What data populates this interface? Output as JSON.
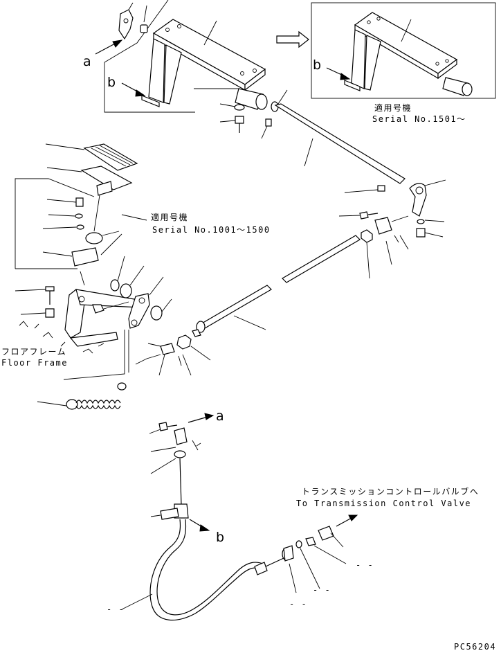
{
  "labels": {
    "applicable_model_1": "適用号機",
    "serial_1": "Serial No.1501～",
    "applicable_model_2": "適用号機",
    "serial_2": "Serial No.1001～1500",
    "floor_frame_jp": "フロアフレーム",
    "floor_frame_en": "Floor Frame",
    "to_tcv_jp": "トランスミッションコントロールバルブへ",
    "to_tcv_en": "To Transmission Control Valve",
    "drawing_code": "PC56204"
  },
  "callouts": {
    "a_top": "a",
    "b_top": "b",
    "b_inset": "b",
    "a_bottom": "a",
    "b_bottom": "b"
  },
  "dash_marks": {
    "m1": "- -",
    "m2": "- -",
    "m3": "- -",
    "m4": "- -"
  }
}
